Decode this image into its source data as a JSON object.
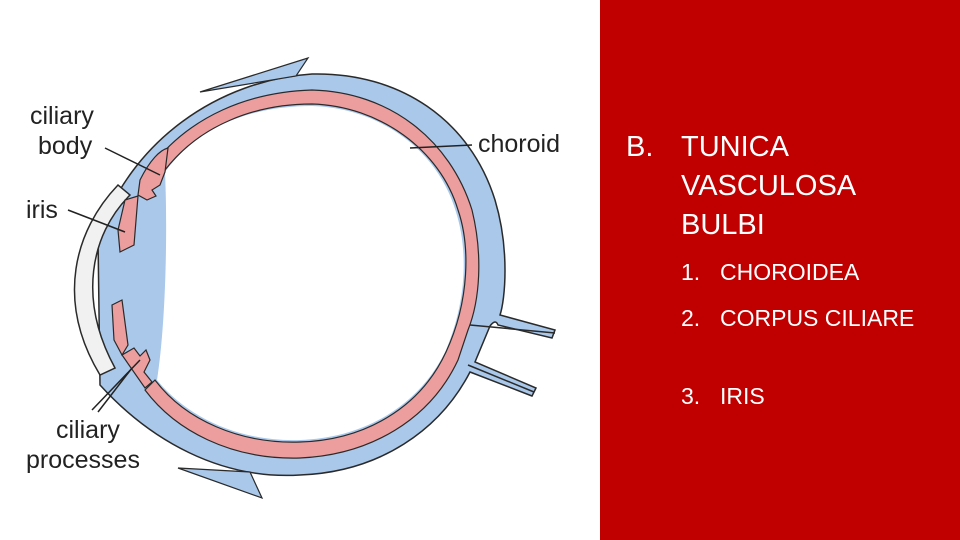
{
  "diagram": {
    "labels": {
      "ciliary_body_line1": "ciliary",
      "ciliary_body_line2": "body",
      "iris": "iris",
      "choroid": "choroid",
      "ciliary_processes_line1": "ciliary",
      "ciliary_processes_line2": "processes"
    },
    "colors": {
      "sclera": "#a9c8ea",
      "choroid": "#ec9e9e",
      "cornea": "#f1f1f1",
      "outline": "#2a2a2a",
      "panel": "#c00000"
    }
  },
  "panel": {
    "heading_letter": "B.",
    "heading_text": "TUNICA VASCULOSA BULBI",
    "items": [
      {
        "num": "1.",
        "text": "CHOROIDEA"
      },
      {
        "num": "2.",
        "text": "CORPUS CILIARE"
      },
      {
        "num": "3.",
        "text": "IRIS"
      }
    ]
  }
}
